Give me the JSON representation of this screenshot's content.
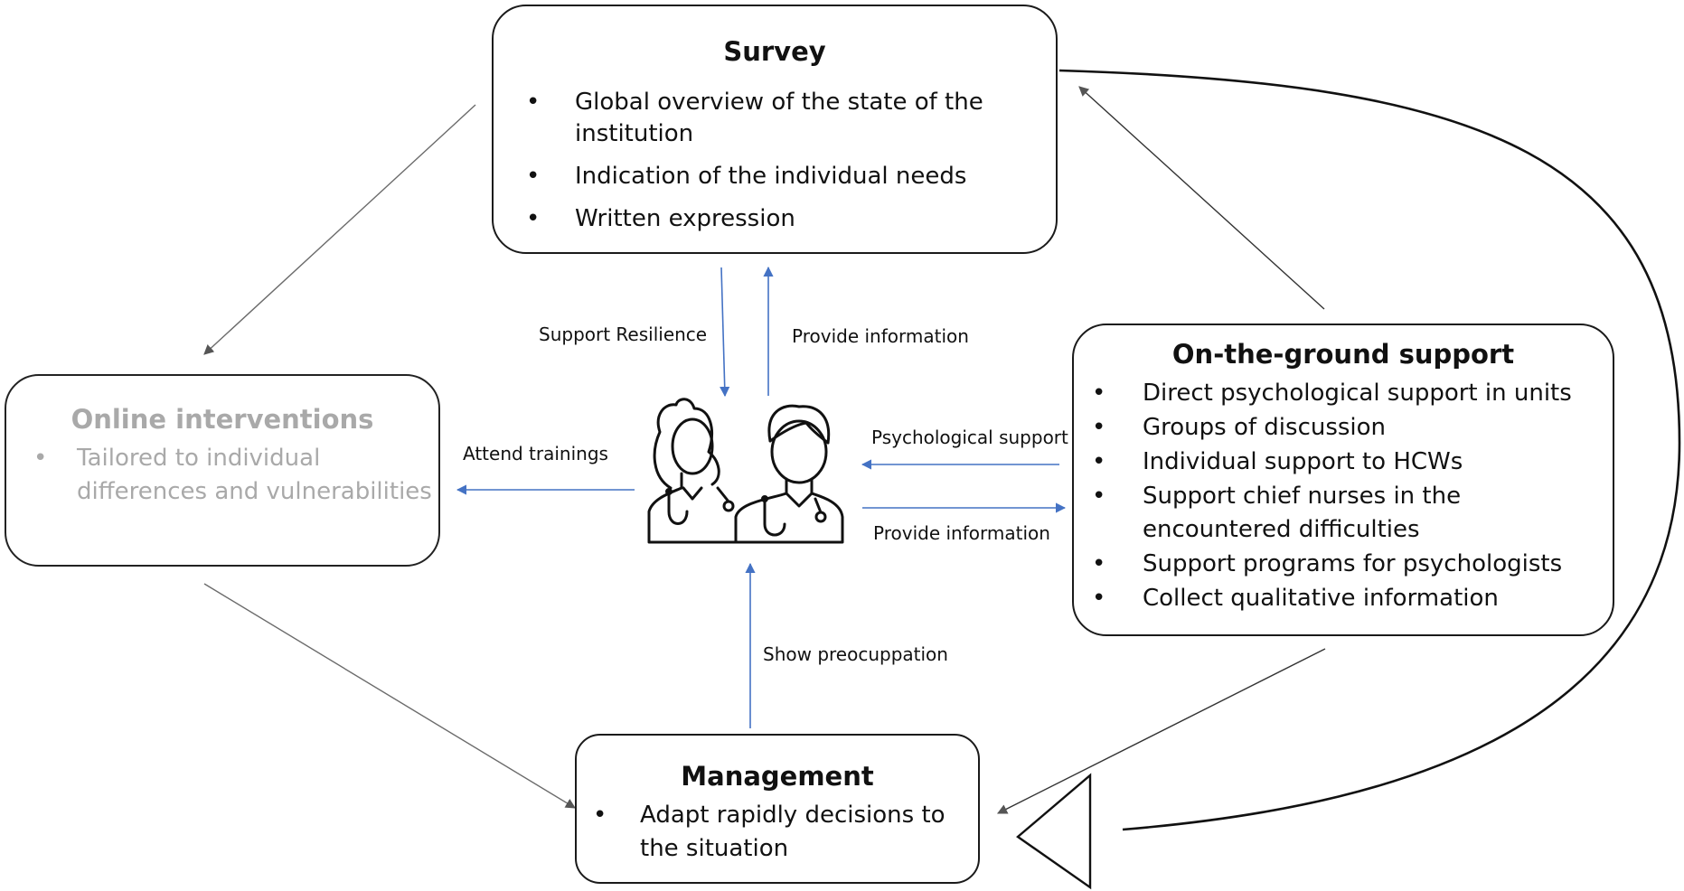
{
  "survey": {
    "title": "Survey",
    "items": [
      "Global overview of the state of the institution",
      "Indication of the individual needs",
      "Written expression"
    ]
  },
  "online": {
    "title": "Online interventions",
    "items": [
      "Tailored to individual differences and vulnerabilities"
    ]
  },
  "ground": {
    "title": "On-the-ground support",
    "items": [
      "Direct psychological support in units",
      "Groups of discussion",
      "Individual support to HCWs",
      "Support chief nurses in the encountered difficulties",
      "Support programs for psychologists",
      "Collect qualitative information"
    ]
  },
  "management": {
    "title": "Management",
    "items": [
      "Adapt rapidly decisions to the situation"
    ]
  },
  "labels": {
    "support_resilience": "Support Resilience",
    "provide_info_top": "Provide information",
    "attend_trainings": "Attend trainings",
    "psych_support": "Psychological support",
    "provide_info_right": "Provide information",
    "show_preoccupation": "Show preocuppation"
  },
  "bullet": "•",
  "colors": {
    "blue_arrow": "#4472c4",
    "gray_arrow": "#6b6b6b",
    "faded_text": "#a9a9a9"
  }
}
